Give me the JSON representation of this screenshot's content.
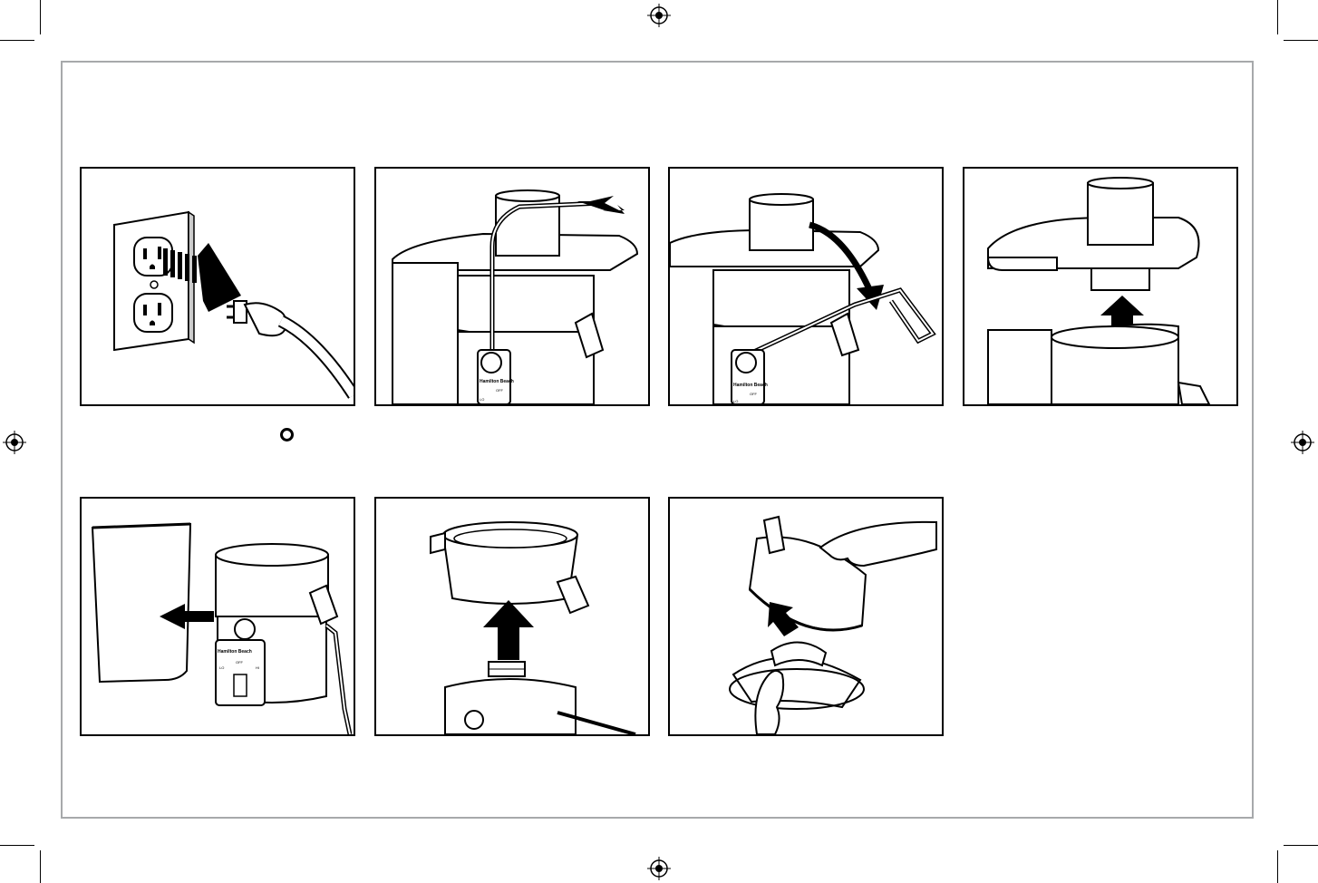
{
  "marks": {
    "registration_icon": "crosshair-registration-icon"
  },
  "panels": [
    {
      "id": "unplug",
      "icon": "unplug-outlet-illustration"
    },
    {
      "id": "lift-handle",
      "icon": "lift-locking-arm-illustration"
    },
    {
      "id": "lower-handle",
      "icon": "lower-locking-arm-illustration"
    },
    {
      "id": "remove-cover",
      "icon": "lift-cover-illustration"
    },
    {
      "id": "remove-pulp-bin",
      "icon": "remove-pulp-container-illustration"
    },
    {
      "id": "remove-bowl",
      "icon": "lift-juice-bowl-illustration"
    },
    {
      "id": "remove-filter",
      "icon": "separate-filter-illustration"
    }
  ],
  "device": {
    "brand_label": "Hamilton Beach",
    "off_label": "OFF",
    "lo_label": "LO",
    "hi_label": "HI"
  },
  "symbols": {
    "off_symbol": "off-circle-icon"
  }
}
